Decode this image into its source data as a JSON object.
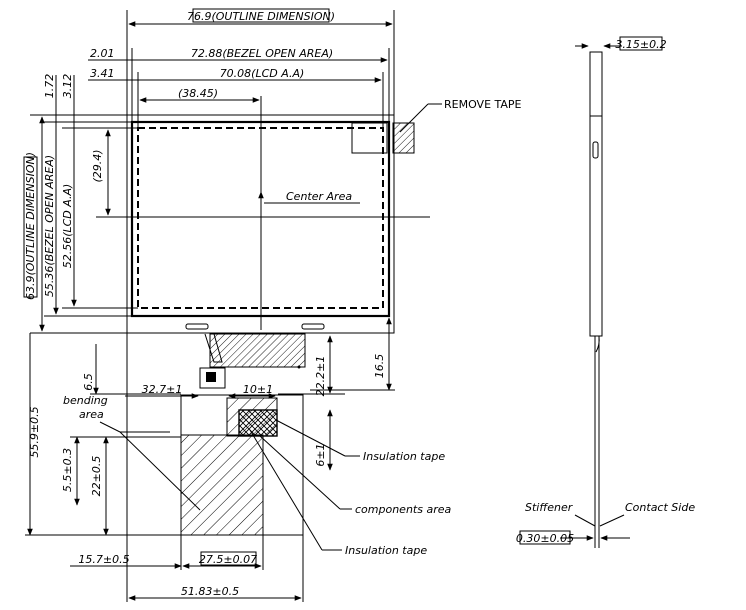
{
  "dims": {
    "outline_w": "76.9(OUTLINE DIMENSION)",
    "bezel_w": "72.88(BEZEL OPEN AREA)",
    "bezel_off_x": "2.01",
    "lcd_w": "70.08(LCD A.A)",
    "lcd_off_x": "3.41",
    "center_x": "(38.45)",
    "bezel_off_y": "1.72",
    "lcd_off_y": "3.12",
    "outline_h": "63.9(OUTLINE DIMENSION)",
    "bezel_h": "55.36(BEZEL OPEN AREA)",
    "lcd_h": "52.56(LCD A.A)",
    "center_y": "(29.4)",
    "fpc_len": "55.9±0.5",
    "bend_h": "6.5",
    "bend_x": "32.7±1",
    "tape_w": "10±1",
    "d22_2": "22.2±1",
    "d16_5": "16.5",
    "d5_5": "5.5±0.3",
    "d22": "22±0.5",
    "d6": "6±1",
    "d15_7": "15.7±0.5",
    "d27_5": "27.5±0.07",
    "d51_83": "51.83±0.5",
    "thickness": "3.15±0.2",
    "stiffener_t": "0.30±0.05"
  },
  "labels": {
    "remove_tape": "REMOVE TAPE",
    "center_area": "Center Area",
    "bending_area": [
      "bending",
      "area"
    ],
    "insulation_tape_1": "Insulation tape",
    "components_area": "components area",
    "insulation_tape_2": "Insulation tape",
    "stiffener": "Stiffener",
    "contact_side": "Contact Side"
  }
}
